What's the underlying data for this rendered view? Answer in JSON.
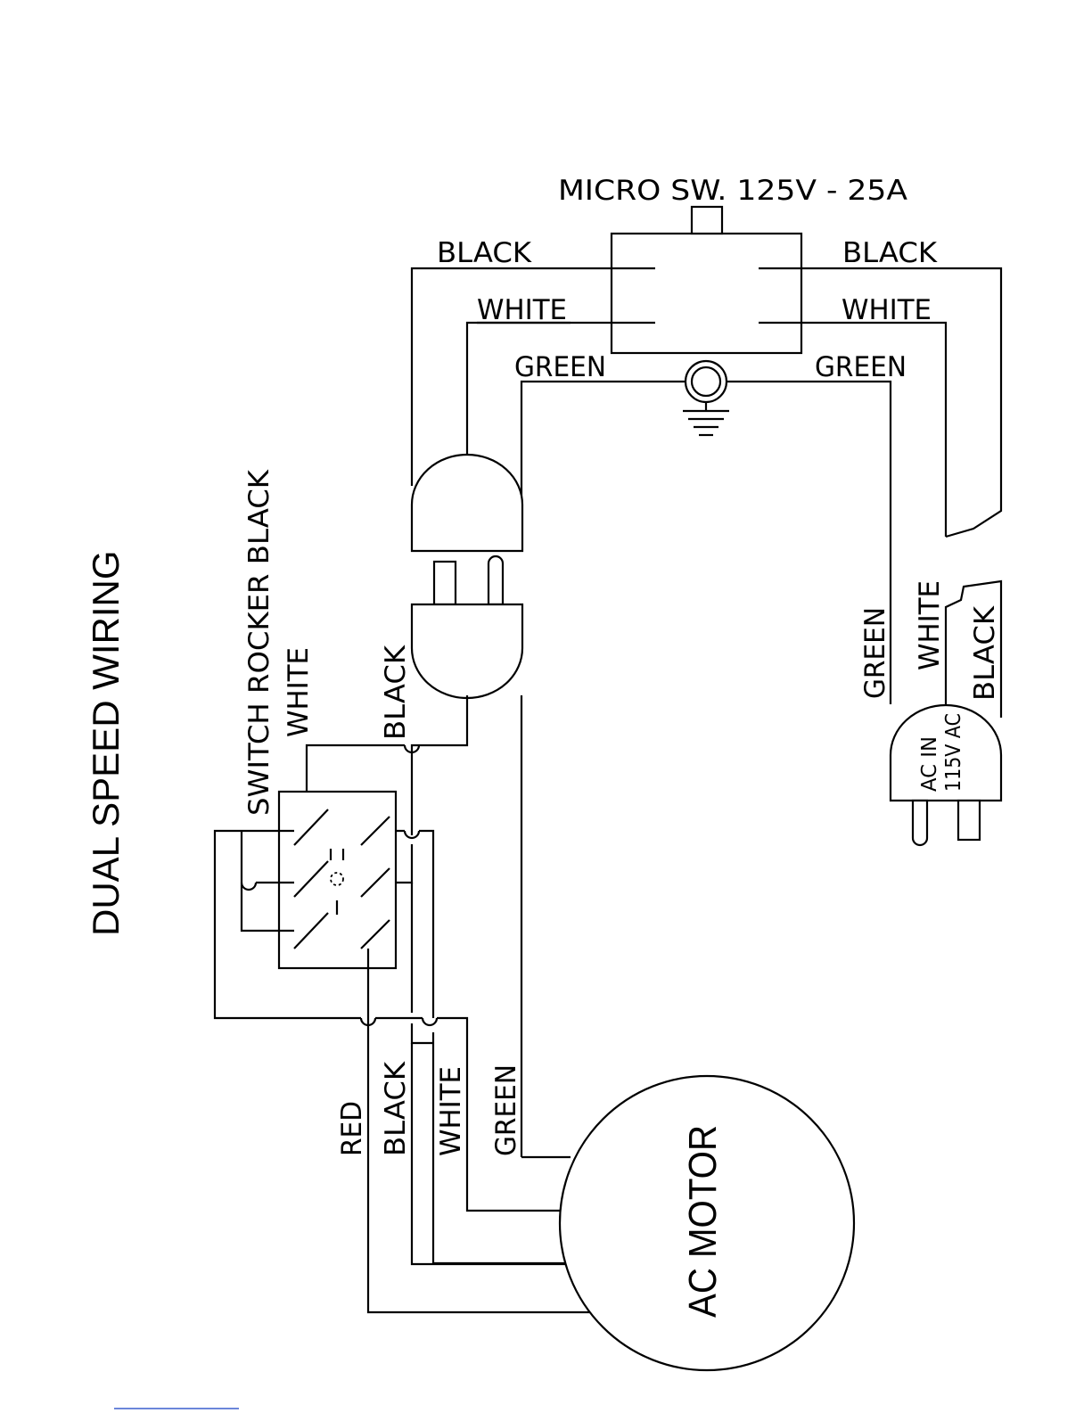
{
  "title": "DUAL SPEED WIRING",
  "micro_switch": {
    "label": "MICRO SW. 125V - 25A",
    "left_wires": {
      "black": "BLACK",
      "white": "WHITE",
      "green": "GREEN"
    },
    "right_wires": {
      "black": "BLACK",
      "white": "WHITE",
      "green": "GREEN"
    }
  },
  "rocker_switch": {
    "label_line1": "SWITCH ROCKER BLACK",
    "label_line2": "WHITE",
    "symbols": [
      "II",
      "O",
      "I"
    ]
  },
  "plug_wire_label": "BLACK",
  "ac_inlet": {
    "label_line1": "AC IN",
    "label_line2": "115V AC",
    "wires": {
      "green": "GREEN",
      "white": "WHITE",
      "black": "BLACK"
    }
  },
  "motor": {
    "label": "AC MOTOR",
    "wires": {
      "red": "RED",
      "black": "BLACK",
      "white": "WHITE",
      "green": "GREEN"
    }
  }
}
